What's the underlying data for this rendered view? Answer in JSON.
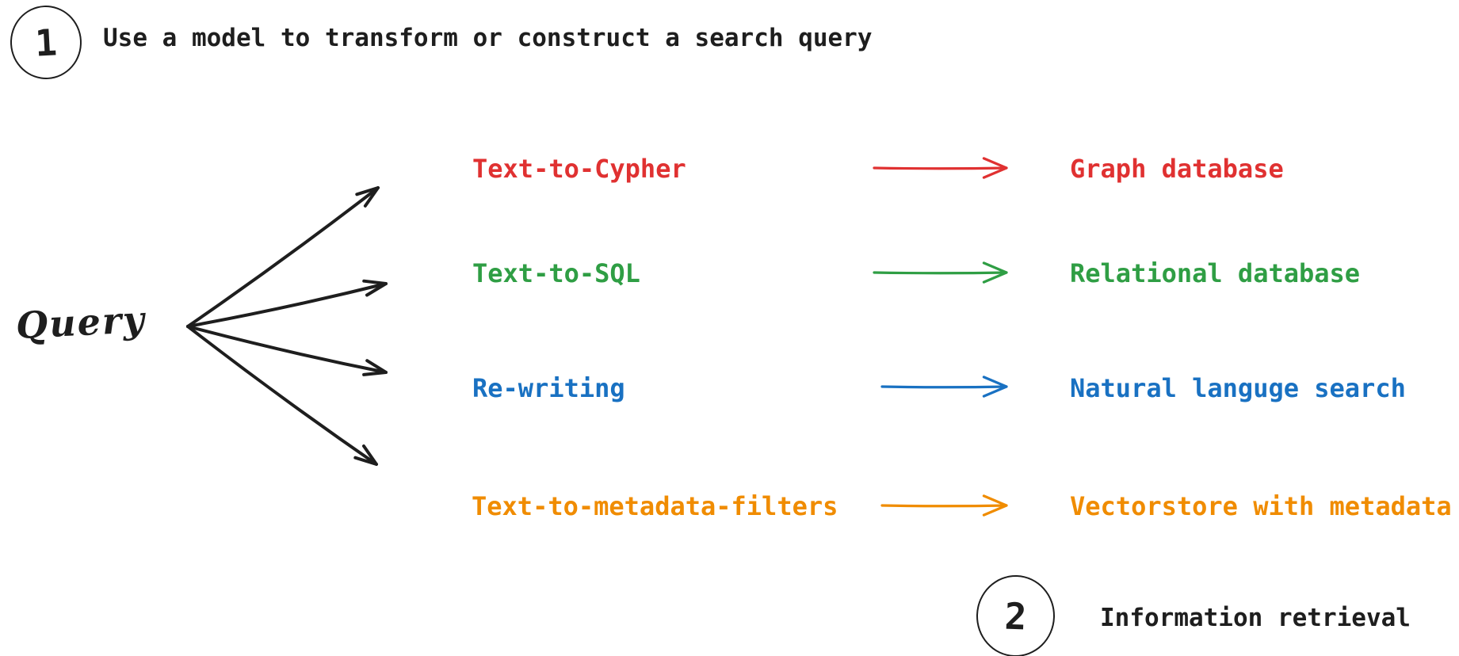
{
  "palette": {
    "ink": "#1e1e1e",
    "red": "#e03131",
    "green": "#2f9e44",
    "blue": "#1971c2",
    "orange": "#f08c00"
  },
  "step1": {
    "number": "1",
    "label": "Use a model to transform or construct a search query"
  },
  "step2": {
    "number": "2",
    "label": "Information retrieval"
  },
  "source": {
    "label": "Query"
  },
  "rows": [
    {
      "method": "Text-to-Cypher",
      "target": "Graph database",
      "color": "#e03131"
    },
    {
      "method": "Text-to-SQL",
      "target": "Relational database",
      "color": "#2f9e44"
    },
    {
      "method": "Re-writing",
      "target": "Natural languge search",
      "color": "#1971c2"
    },
    {
      "method": "Text-to-metadata-filters",
      "target": "Vectorstore with metadata",
      "color": "#f08c00"
    }
  ]
}
